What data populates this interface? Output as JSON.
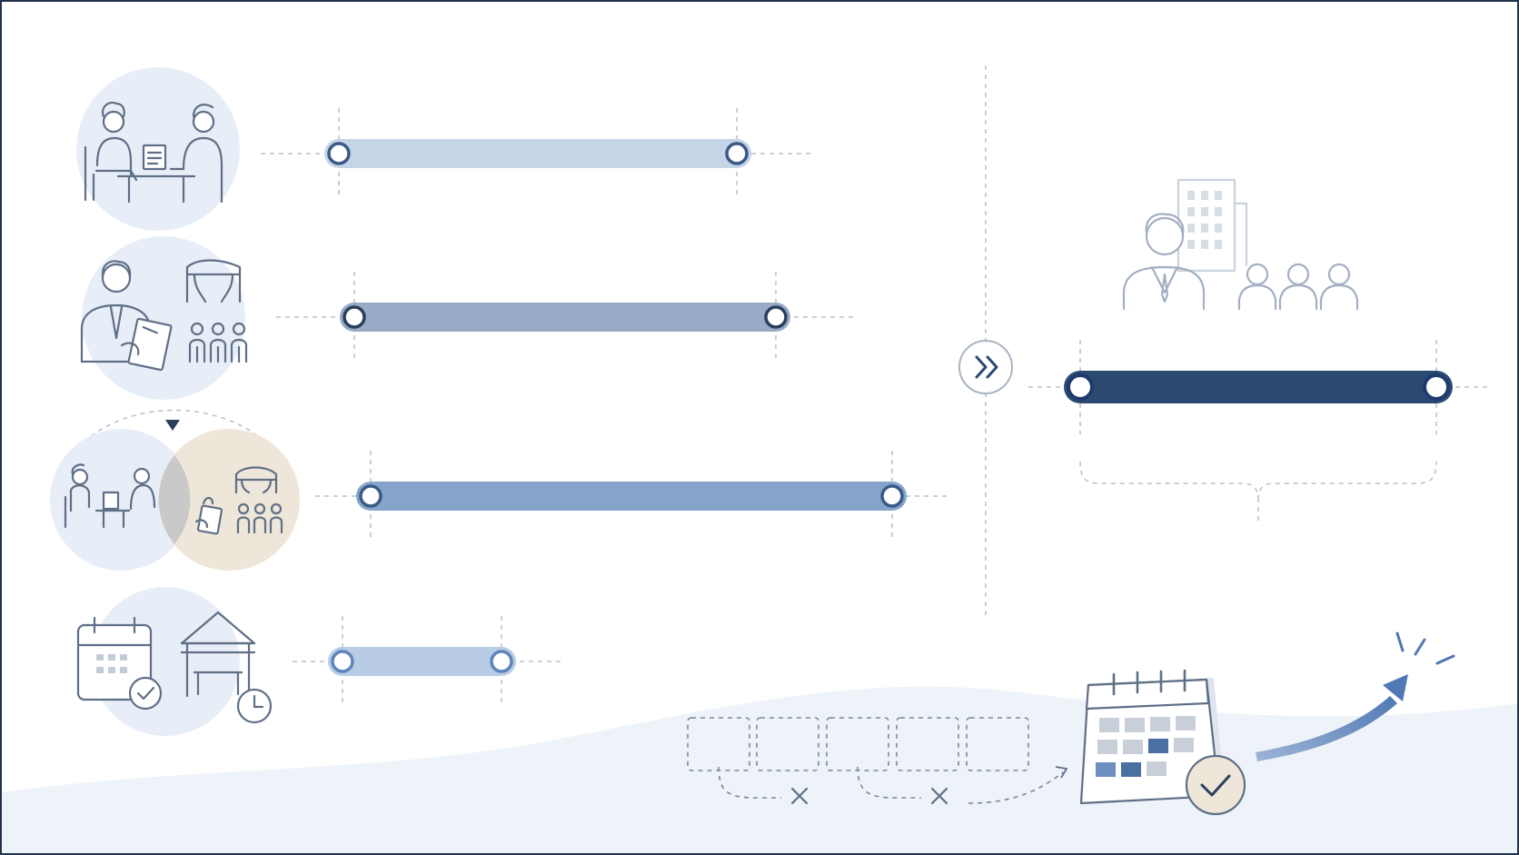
{
  "colors": {
    "frame": "#22324a",
    "bar_1": "#c5d5e8",
    "bar_2": "#97abc7",
    "bar_3": "#86a4cb",
    "bar_4": "#b9cce6",
    "bar_result": "#2b4a72",
    "node_stroke": "#3a5a86",
    "node_result_stroke": "#1f3b6e",
    "accent_arrow": "#5e84bb",
    "circle_blue": "#e8eef7",
    "circle_tan": "#efe6da"
  },
  "icons": [
    "interview-icon",
    "planner-clipboard-icon",
    "event-tent-icon",
    "audience-icon",
    "calendar-icon",
    "check-icon",
    "clock-icon",
    "fast-forward-icon",
    "office-building-icon",
    "businessman-icon",
    "team-icon",
    "cross-icon",
    "rising-arrow-icon"
  ],
  "timeline": [
    {
      "name": "meeting",
      "start": 0.0,
      "end": 1.0
    },
    {
      "name": "planning",
      "start": 0.04,
      "end": 1.1
    },
    {
      "name": "combined",
      "start": 0.08,
      "end": 1.39
    },
    {
      "name": "booking",
      "start": 0.01,
      "end": 0.4
    }
  ],
  "result_span": {
    "start": 0.0,
    "end": 1.0
  }
}
